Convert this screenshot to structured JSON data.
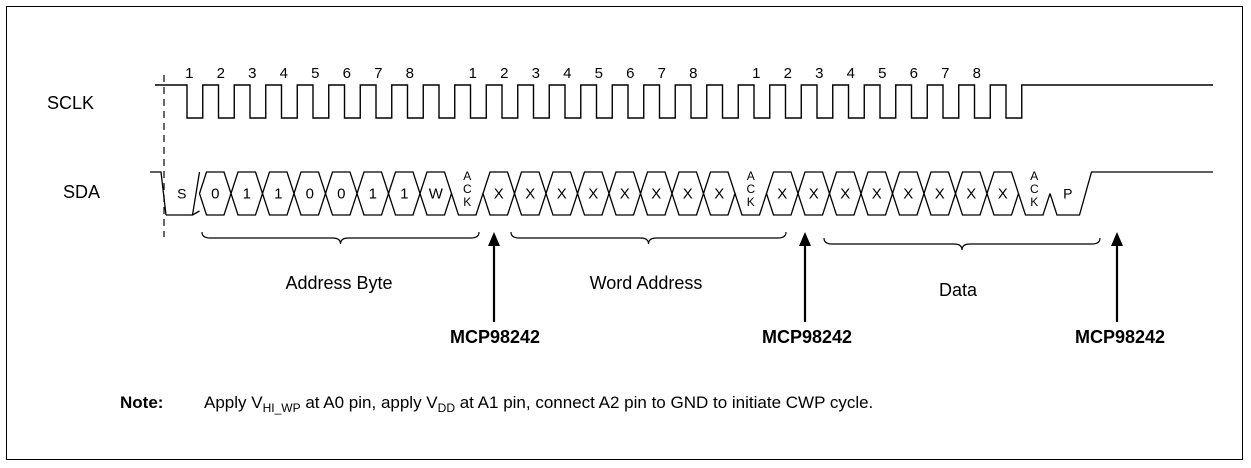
{
  "signals": {
    "sclk": "SCLK",
    "sda": "SDA"
  },
  "clock_numbers": [
    "1",
    "2",
    "3",
    "4",
    "5",
    "6",
    "7",
    "8"
  ],
  "sda_bits": {
    "start": "S",
    "address": [
      "0",
      "1",
      "1",
      "0",
      "0",
      "1",
      "1",
      "W"
    ],
    "word_address": [
      "X",
      "X",
      "X",
      "X",
      "X",
      "X",
      "X",
      "X"
    ],
    "data": [
      "X",
      "X",
      "X",
      "X",
      "X",
      "X",
      "X",
      "X"
    ],
    "ack_letters": [
      "A",
      "C",
      "K"
    ],
    "stop": "P"
  },
  "groups": {
    "address_byte": "Address Byte",
    "word_address": "Word Address",
    "data": "Data"
  },
  "ack_source": "MCP98242",
  "note": {
    "label": "Note:",
    "p1": "Apply V",
    "sub1": "HI_WP",
    "p2": " at A0 pin, apply V",
    "sub2": "DD",
    "p3": " at A1 pin, connect A2 pin to GND to initiate CWP cycle."
  }
}
